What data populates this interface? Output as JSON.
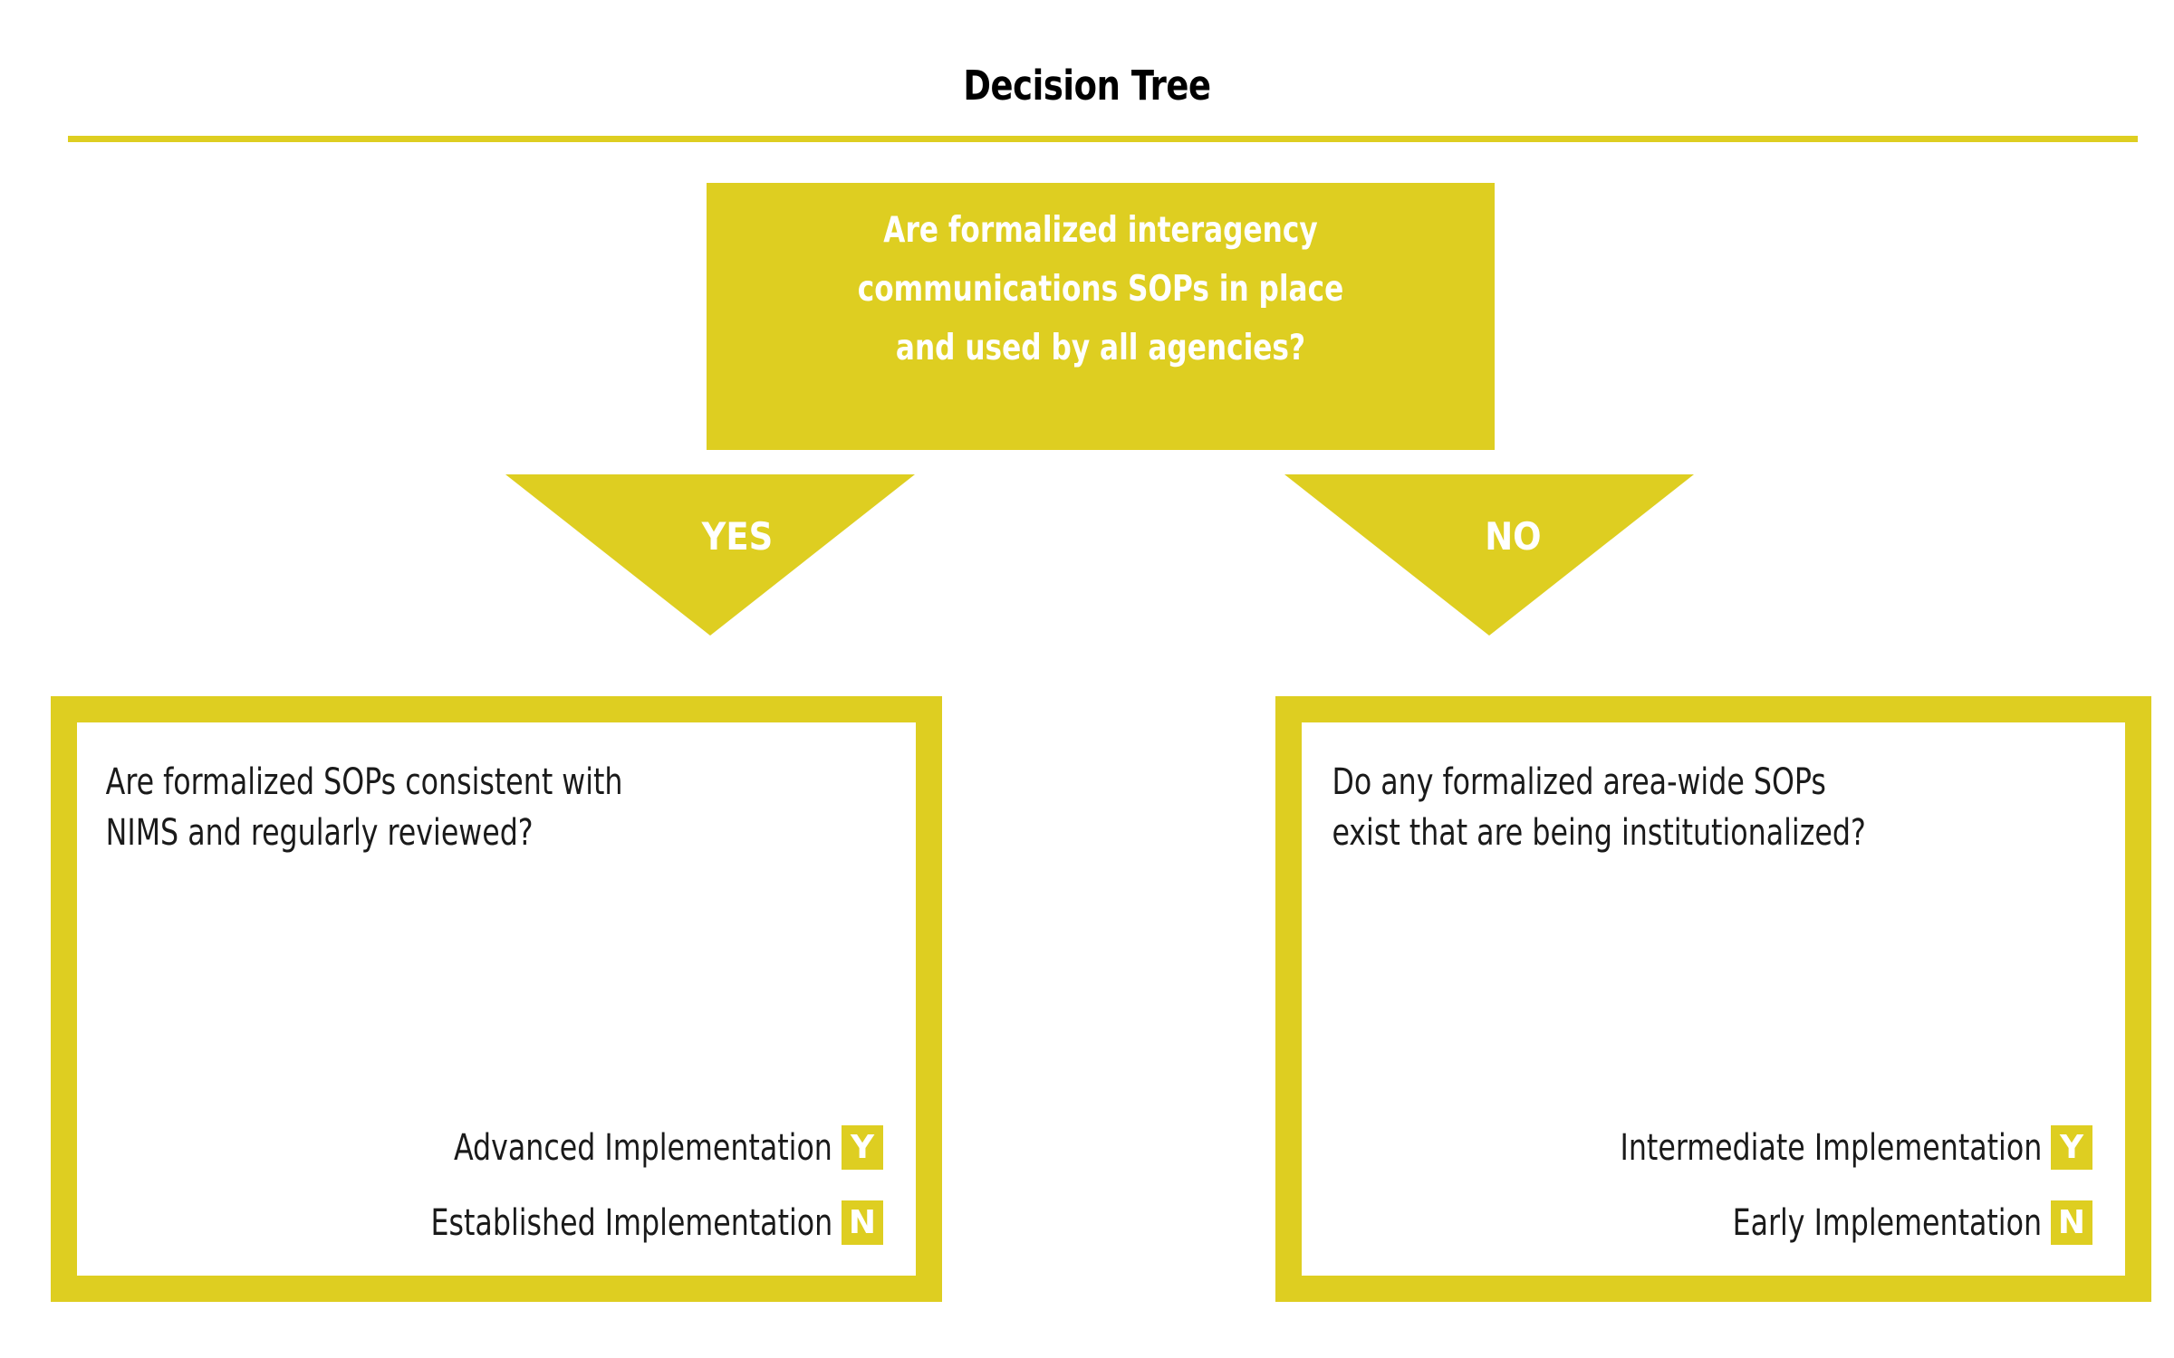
{
  "page": {
    "title": "Decision Tree",
    "accent_color": "#DECE21",
    "text_color": "#1a1a1a",
    "background_color": "#FFFFFF"
  },
  "root_question": {
    "lines": [
      "Are formalized interagency",
      "communications SOPs in place",
      "and used by all agencies?"
    ]
  },
  "branches": [
    {
      "label": "YES"
    },
    {
      "label": "NO"
    }
  ],
  "outcome_boxes": [
    {
      "question_lines": [
        "Are formalized SOPs consistent with",
        "NIMS and regularly reviewed?"
      ],
      "results": [
        {
          "label": "Advanced Implementation",
          "badge": "Y"
        },
        {
          "label": "Established Implementation",
          "badge": "N"
        }
      ]
    },
    {
      "question_lines": [
        "Do any formalized area-wide SOPs",
        "exist that are being institutionalized?"
      ],
      "results": [
        {
          "label": "Intermediate Implementation",
          "badge": "Y"
        },
        {
          "label": "Early Implementation",
          "badge": "N"
        }
      ]
    }
  ]
}
